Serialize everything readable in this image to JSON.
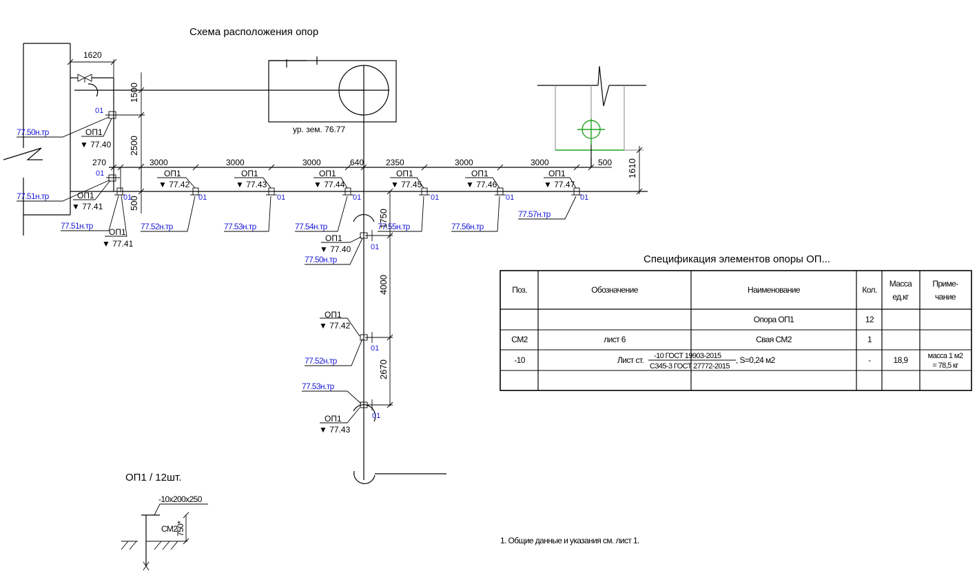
{
  "title": "Схема расположения опор",
  "ground_level": "ур. зем. 76.77",
  "support_code": "ОП1",
  "support_index": "01",
  "dimensions": {
    "d1620": "1620",
    "d1500": "1500",
    "d2500": "2500",
    "d270": "270",
    "d3000": "3000",
    "d640": "640",
    "d2350": "2350",
    "d500": "500",
    "d1610": "1610",
    "d1750": "1750",
    "d4000": "4000",
    "d2670": "2670"
  },
  "elev": {
    "e7740": "▼ 77.40",
    "e7741": "▼ 77.41",
    "e7742": "▼ 77.42",
    "e7743": "▼ 77.43",
    "e7744": "▼ 77.44",
    "e7745": "▼ 77.45",
    "e7746": "▼ 77.46",
    "e7747": "▼ 77.47"
  },
  "pipe_levels": {
    "p7750": "77.50н.тр",
    "p7751": "77.51н.тр",
    "p7752": "77.52н.тр",
    "p7753": "77.53н.тр",
    "p7754": "77.54н.тр",
    "p7755": "77.55н.тр",
    "p7756": "77.56н.тр",
    "p7757": "77.57н.тр"
  },
  "spec": {
    "title": "Спецификация элементов опоры ОП...",
    "headers": {
      "pos": "Поз.",
      "designation": "Обозначение",
      "name": "Наименование",
      "qty": "Кол.",
      "mass1": "Масса",
      "mass2": "ед.кг",
      "note1": "Приме-",
      "note2": "чание"
    },
    "rows": [
      {
        "pos": "",
        "designation": "",
        "name": "Опора ОП1",
        "qty": "12",
        "mass": "",
        "note": ""
      },
      {
        "pos": "СМ2",
        "designation": "лист 6",
        "name": "Свая СМ2",
        "qty": "1",
        "mass": "",
        "note": ""
      },
      {
        "pos": "-10",
        "designation": "",
        "name_prefix": "Лист ст.",
        "name_top": "-10 ГОСТ 19903-2015",
        "name_bottom": "С345-3 ГОСТ 27772-2015",
        "name_suffix": ", S=0,24 м2",
        "qty": "-",
        "mass": "18,9",
        "note1": "масса 1 м2",
        "note2": "= 78,5 кг"
      },
      {
        "pos": "",
        "designation": "",
        "name": "",
        "qty": "",
        "mass": "",
        "note": ""
      }
    ]
  },
  "detail": {
    "title": "ОП1 / 12шт.",
    "plate": "-10x200x250",
    "pile": "СМ2",
    "depth": "750*"
  },
  "note": "1. Общие данные и указания см. лист 1.",
  "colors": {
    "blue": "#1a1ad6",
    "green": "#1fa31f",
    "gray": "#999999"
  }
}
